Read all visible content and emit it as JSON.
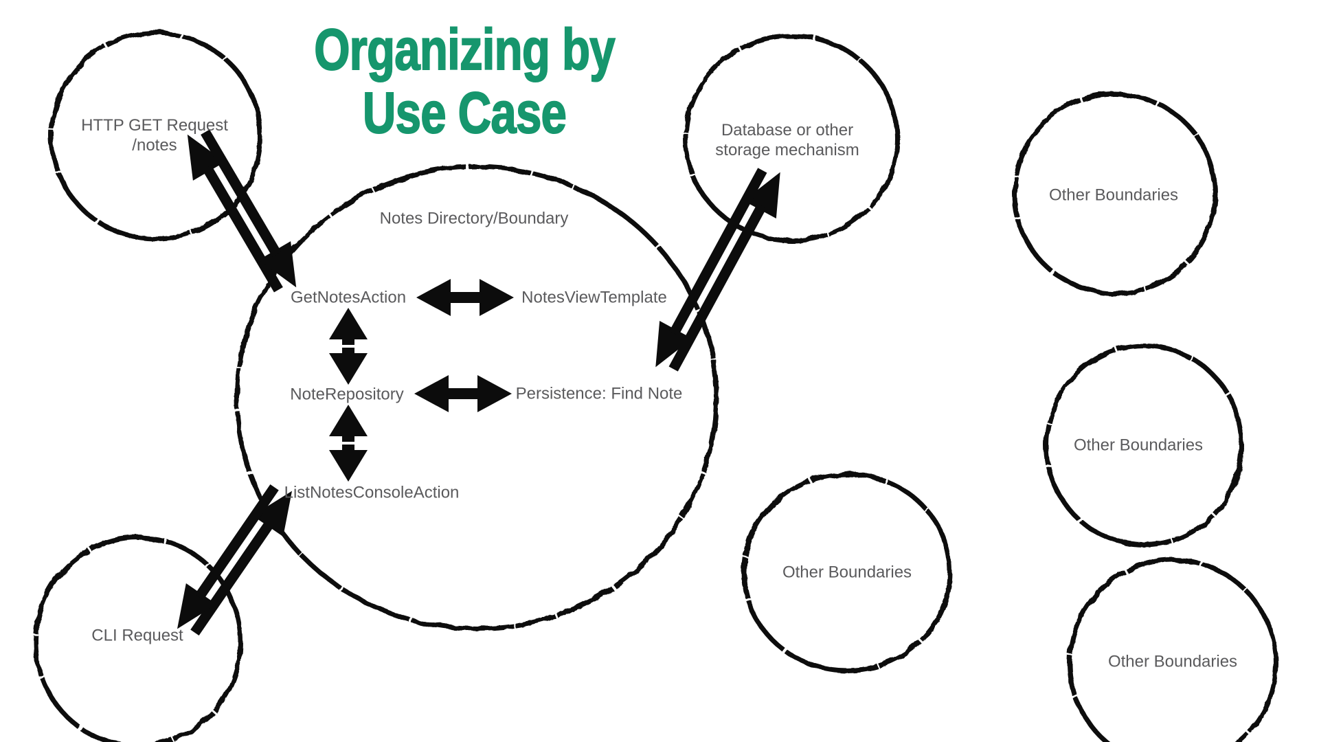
{
  "title": {
    "line1": "Organizing by",
    "line2": "Use Case"
  },
  "colors": {
    "title_green": "#16966d",
    "label_gray": "#5a5a5c",
    "ink_black": "#0c0c0c"
  },
  "circles": {
    "http_request": {
      "lines": [
        "HTTP GET Request",
        "/notes"
      ]
    },
    "database": {
      "lines": [
        "Database or other",
        "storage mechanism"
      ]
    },
    "notes_boundary": {
      "label": "Notes Directory/Boundary"
    },
    "cli_request": {
      "label": "CLI Request"
    },
    "other_boundaries_top_right": {
      "label": "Other Boundaries"
    },
    "other_boundaries_middle_right": {
      "label": "Other Boundaries"
    },
    "other_boundaries_bottom_right": {
      "label": "Other Boundaries"
    },
    "other_boundaries_bottom_center": {
      "label": "Other Boundaries"
    }
  },
  "nodes": {
    "get_notes_action": "GetNotesAction",
    "notes_view_template": "NotesViewTemplate",
    "note_repository": "NoteRepository",
    "persistence_find_note": "Persistence: Find Note",
    "list_notes_console_action": "ListNotesConsoleAction"
  },
  "connections": [
    {
      "from": "HTTP GET Request /notes",
      "to": "GetNotesAction",
      "type": "bidirectional"
    },
    {
      "from": "Database or other storage mechanism",
      "to": "Notes Directory/Boundary",
      "type": "bidirectional"
    },
    {
      "from": "CLI Request",
      "to": "ListNotesConsoleAction",
      "type": "bidirectional"
    },
    {
      "from": "GetNotesAction",
      "to": "NotesViewTemplate",
      "type": "bidirectional"
    },
    {
      "from": "GetNotesAction",
      "to": "NoteRepository",
      "type": "bidirectional"
    },
    {
      "from": "NoteRepository",
      "to": "Persistence: Find Note",
      "type": "bidirectional"
    },
    {
      "from": "NoteRepository",
      "to": "ListNotesConsoleAction",
      "type": "bidirectional"
    }
  ]
}
